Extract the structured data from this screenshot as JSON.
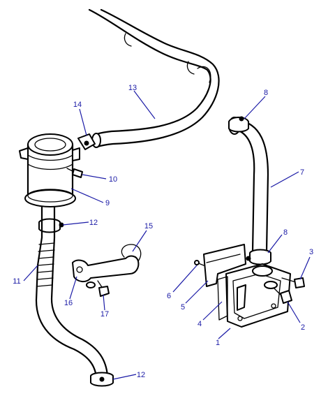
{
  "colors": {
    "callout": "#1a1aa6",
    "line": "#000000",
    "background": "#ffffff"
  },
  "callouts": [
    {
      "id": "c1",
      "text": "1"
    },
    {
      "id": "c2",
      "text": "2"
    },
    {
      "id": "c3",
      "text": "3"
    },
    {
      "id": "c4",
      "text": "4"
    },
    {
      "id": "c5",
      "text": "5"
    },
    {
      "id": "c6",
      "text": "6"
    },
    {
      "id": "c7",
      "text": "7"
    },
    {
      "id": "c8a",
      "text": "8"
    },
    {
      "id": "c8b",
      "text": "8"
    },
    {
      "id": "c9",
      "text": "9"
    },
    {
      "id": "c10",
      "text": "10"
    },
    {
      "id": "c11",
      "text": "11"
    },
    {
      "id": "c12a",
      "text": "12"
    },
    {
      "id": "c12b",
      "text": "12"
    },
    {
      "id": "c13",
      "text": "13"
    },
    {
      "id": "c14",
      "text": "14"
    },
    {
      "id": "c15",
      "text": "15"
    },
    {
      "id": "c16",
      "text": "16"
    },
    {
      "id": "c17",
      "text": "17"
    }
  ]
}
